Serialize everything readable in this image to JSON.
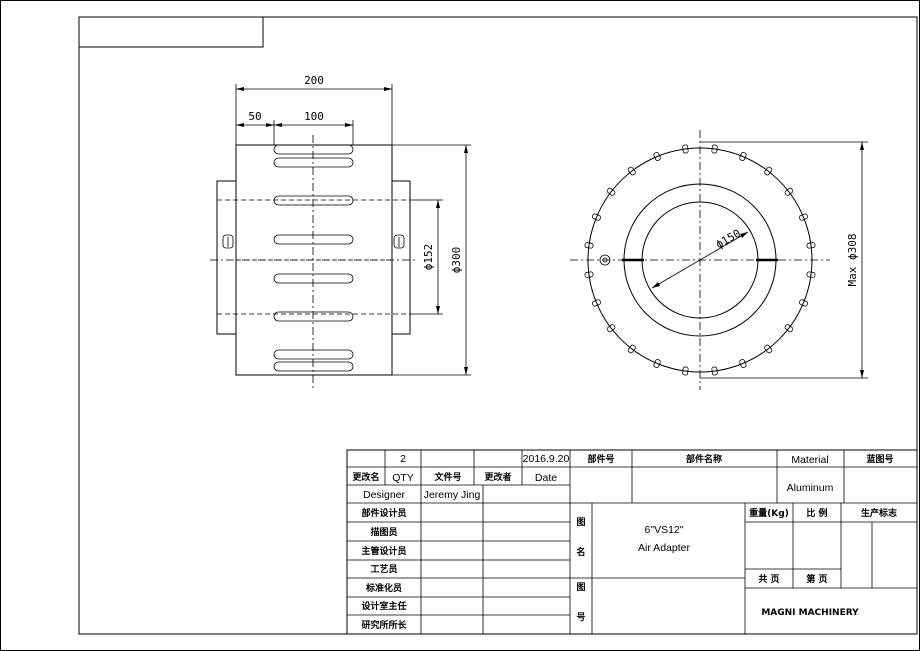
{
  "dimensions": {
    "length": "200",
    "offset": "50",
    "slot_spacing": "100",
    "inner_dia": "ϕ152",
    "outer_dia": "ϕ300",
    "bore_dia": "ϕ150",
    "max_dia": "Max ϕ308"
  },
  "title_block": {
    "rev_qty": "2",
    "rev_date": "2016.9.20",
    "part_no_label": "部件号",
    "part_name_label": "部件名称",
    "material_label": "Material",
    "drawing_no_label": "蓝图号",
    "change_name_label": "更改名",
    "qty_label": "QTY",
    "file_no_label": "文件号",
    "changer_label": "更改者",
    "date_label": "Date",
    "designer_label": "Designer",
    "designer_name": "Jeremy Jing",
    "material_value": "Aluminum",
    "roles": [
      "部件设计员",
      "描图员",
      "主管设计员",
      "工艺员",
      "标准化员",
      "设计室主任",
      "研究所所长"
    ],
    "drawing_name_chars": [
      "图",
      "名"
    ],
    "drawing_no_chars": [
      "图",
      "号"
    ],
    "part_title_line1": "6\"VS12\"",
    "part_title_line2": "Air Adapter",
    "weight_label": "重量(Kg)",
    "scale_label": "比 例",
    "production_mark_label": "生产标志",
    "total_pages_label": "共 页",
    "page_no_label": "第 页",
    "company": "MAGNI MACHINERY"
  }
}
